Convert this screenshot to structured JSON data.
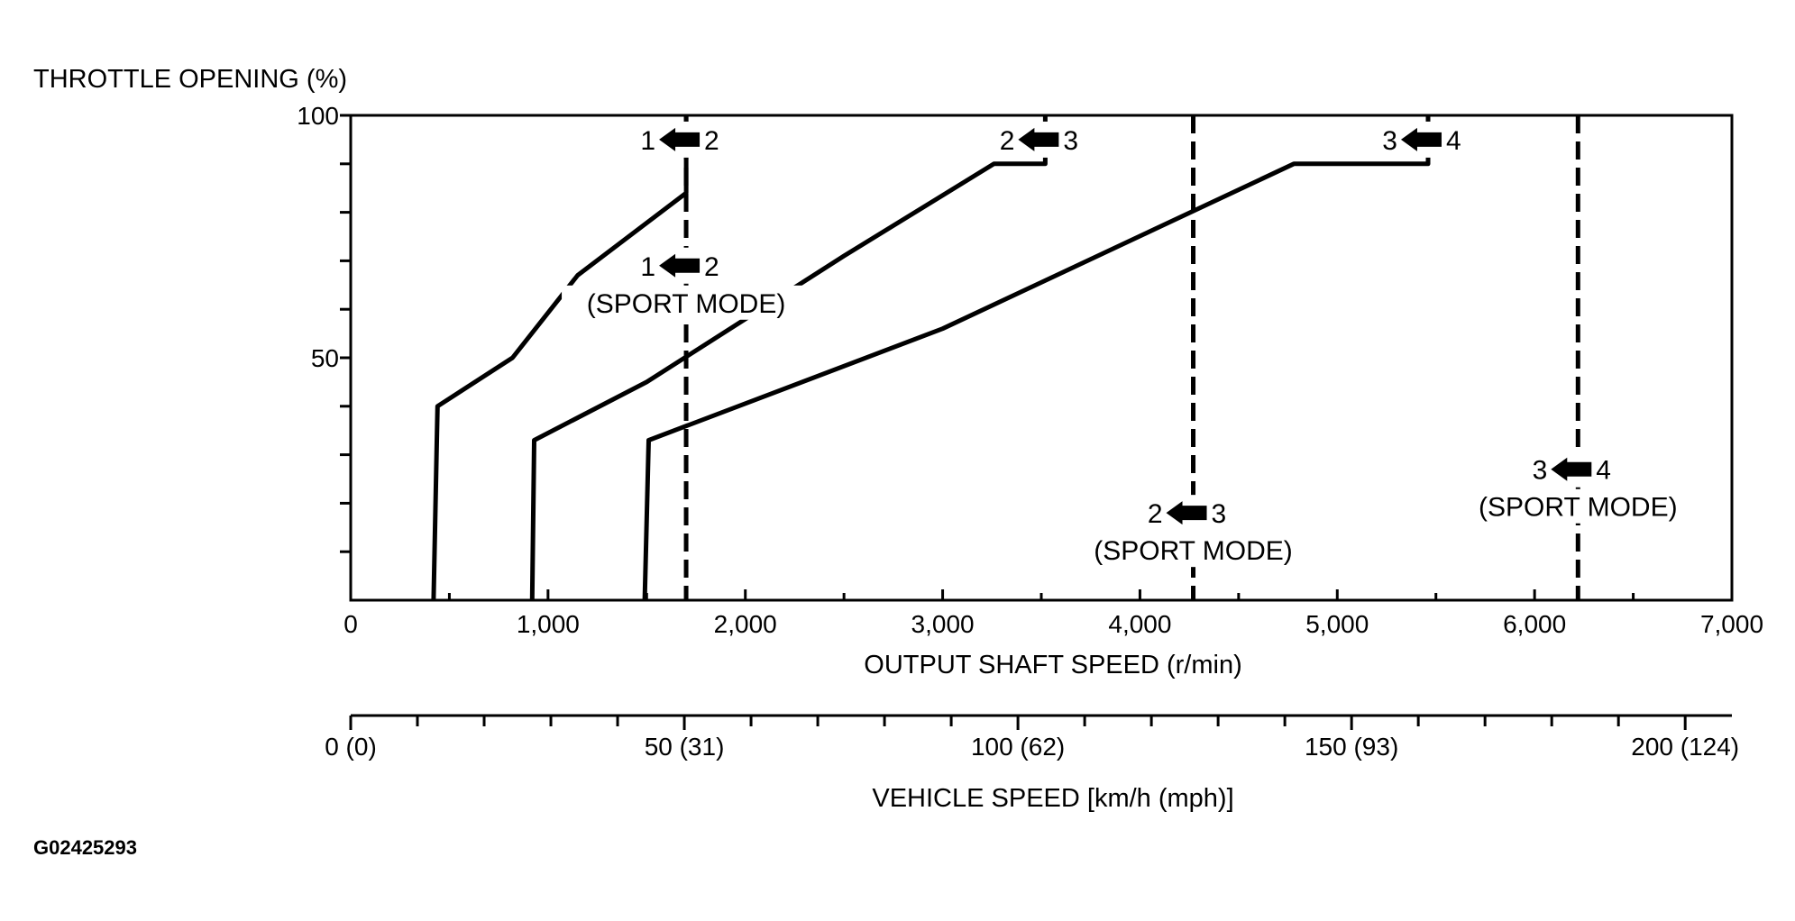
{
  "figure_id": "G02425293",
  "chart_data": {
    "type": "line",
    "title": "",
    "ylabel": "THROTTLE OPENING (%)",
    "xlabel": "OUTPUT SHAFT SPEED (r/min)",
    "secondary_xlabel": "VEHICLE SPEED [km/h (mph)]",
    "xlim": [
      0,
      7000
    ],
    "ylim": [
      0,
      100
    ],
    "grid": false,
    "x_ticks": [
      0,
      1000,
      2000,
      3000,
      4000,
      5000,
      6000,
      7000
    ],
    "x_tick_labels": [
      "0",
      "1,000",
      "2,000",
      "3,000",
      "4,000",
      "5,000",
      "6,000",
      "7,000"
    ],
    "x_minor_ticks": [
      500,
      1500,
      2500,
      3500,
      4500,
      5500,
      6500
    ],
    "y_ticks": [
      0,
      10,
      20,
      30,
      40,
      50,
      60,
      70,
      80,
      90,
      100
    ],
    "y_tick_labels": [
      {
        "value": 100,
        "label": "100"
      },
      {
        "value": 50,
        "label": "50"
      }
    ],
    "secondary_axis": {
      "unit": "km/h",
      "range": [
        0,
        207
      ],
      "major_labels": [
        {
          "value": 0,
          "label": "0 (0)"
        },
        {
          "value": 50,
          "label": "50 (31)"
        },
        {
          "value": 100,
          "label": "100 (62)"
        },
        {
          "value": 150,
          "label": "150 (93)"
        },
        {
          "value": 200,
          "label": "200 (124)"
        }
      ],
      "tick_values": [
        0,
        10,
        20,
        30,
        40,
        50,
        60,
        70,
        80,
        90,
        100,
        110,
        120,
        130,
        140,
        150,
        160,
        170,
        180,
        190,
        200
      ]
    },
    "series": [
      {
        "label": "1-2",
        "style": "solid",
        "points": [
          [
            420,
            0
          ],
          [
            440,
            40
          ],
          [
            820,
            50
          ],
          [
            1150,
            67
          ],
          [
            1700,
            84
          ],
          [
            1700,
            100
          ]
        ]
      },
      {
        "label": "2-3",
        "style": "solid",
        "points": [
          [
            920,
            0
          ],
          [
            930,
            33
          ],
          [
            1500,
            45
          ],
          [
            2000,
            58
          ],
          [
            2500,
            71
          ],
          [
            3260,
            90
          ],
          [
            3520,
            90
          ],
          [
            3520,
            100
          ]
        ]
      },
      {
        "label": "3-4",
        "style": "solid",
        "points": [
          [
            1490,
            0
          ],
          [
            1510,
            33
          ],
          [
            3000,
            56
          ],
          [
            4780,
            90
          ],
          [
            5460,
            90
          ],
          [
            5460,
            100
          ]
        ]
      }
    ],
    "sport_mode_lines": [
      {
        "label": "1-2",
        "x": 1700
      },
      {
        "label": "2-3",
        "x": 4270
      },
      {
        "label": "3-4",
        "x": 6220
      }
    ],
    "annotations": [
      {
        "from": "1",
        "to": "2",
        "sub": "",
        "x": 1700,
        "y": 95
      },
      {
        "from": "2",
        "to": "3",
        "sub": "",
        "x": 3520,
        "y": 95
      },
      {
        "from": "3",
        "to": "4",
        "sub": "",
        "x": 5460,
        "y": 95
      },
      {
        "from": "1",
        "to": "2",
        "sub": "(SPORT MODE)",
        "x": 1700,
        "y": 69
      },
      {
        "from": "2",
        "to": "3",
        "sub": "(SPORT MODE)",
        "x": 4270,
        "y": 18
      },
      {
        "from": "3",
        "to": "4",
        "sub": "(SPORT MODE)",
        "x": 6220,
        "y": 27
      }
    ]
  }
}
